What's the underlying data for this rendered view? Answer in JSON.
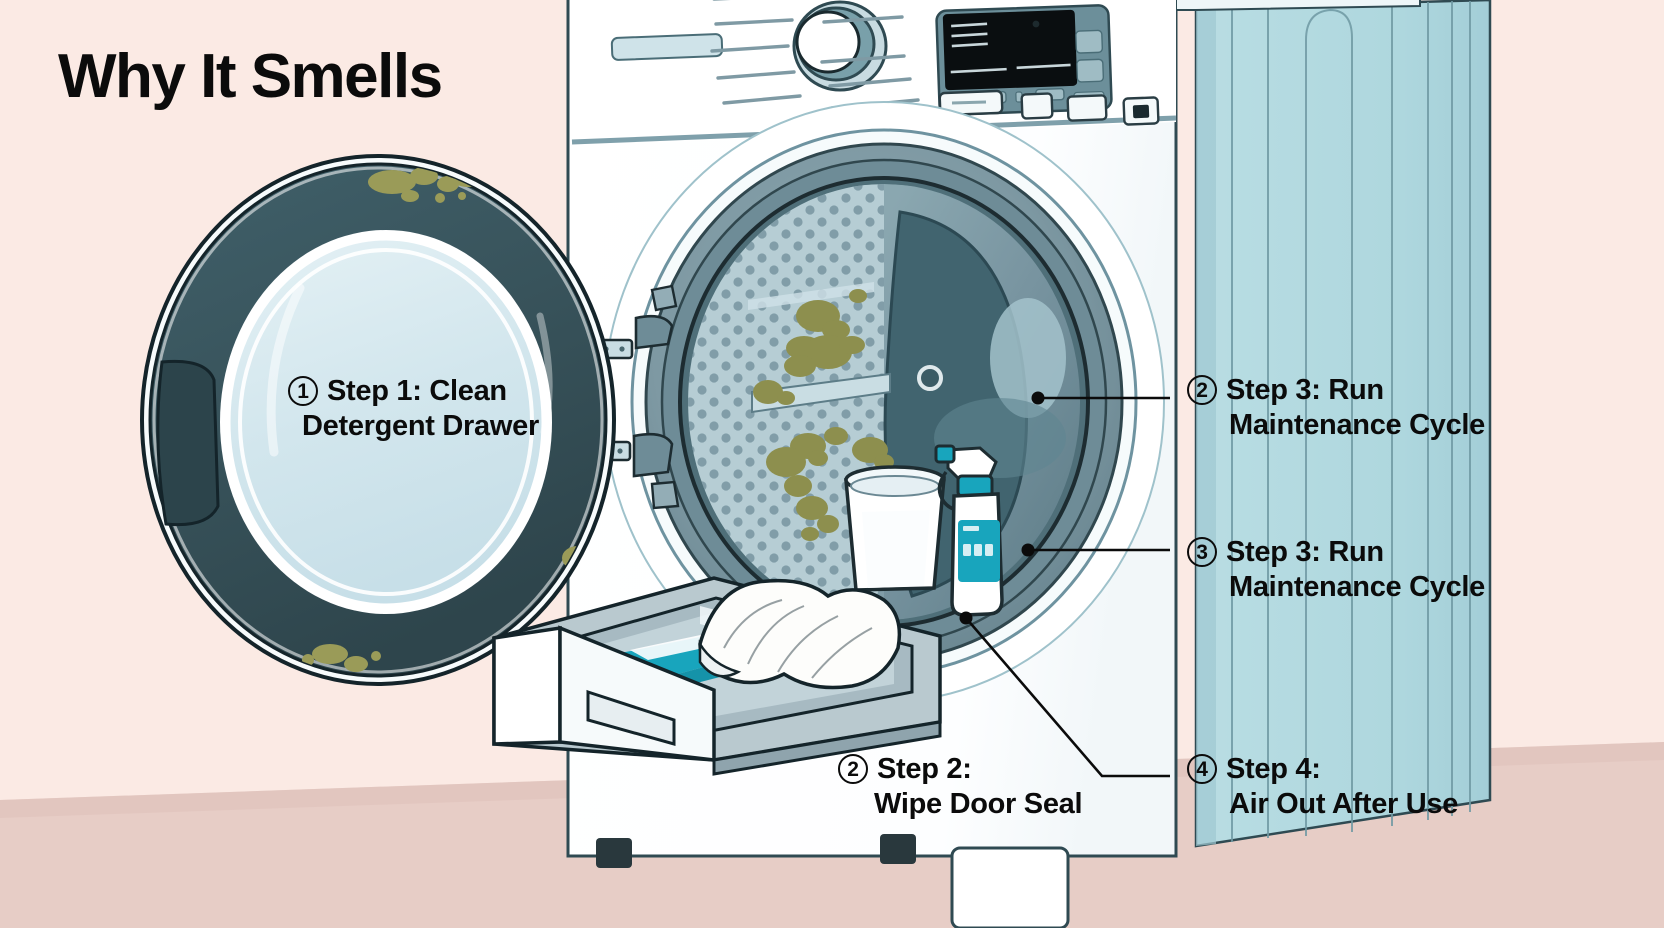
{
  "illustration": {
    "title": "Why It Smells",
    "subject": "front-load washing machine maintenance diagram",
    "palette": {
      "wall": "#fbeae4",
      "floor": "#e7cdc6",
      "machine_body": "#ffffff",
      "machine_side_panel": "#b3dae1",
      "door_ring": "#3b555c",
      "door_glass": "#d6e8ee",
      "drum_metal": "#7d9aa4",
      "drum_back": "#55757f",
      "mold": "#8d8f4e",
      "accent_teal": "#18a5bd",
      "ink": "#0b0b0b"
    }
  },
  "callouts": [
    {
      "id": "door-detergent-drawer",
      "marker": "1",
      "line1": "Step 1: Clean",
      "line2": "Detergent Drawer",
      "placement": "on-door-glass"
    },
    {
      "id": "drawer-door-seal",
      "marker": "2",
      "line1": "Step 2:",
      "line2": "Wipe Door Seal",
      "placement": "bottom-center"
    },
    {
      "id": "right-maintenance-cycle-a",
      "marker": "2",
      "line1": "Step 3: Run",
      "line2": "Maintenance Cycle",
      "placement": "right-upper",
      "leader": true
    },
    {
      "id": "right-maintenance-cycle-b",
      "marker": "3",
      "line1": "Step 3: Run",
      "line2": "Maintenance Cycle",
      "placement": "right-middle",
      "leader": true
    },
    {
      "id": "right-air-out",
      "marker": "4",
      "line1": "Step 4:",
      "line2": "Air Out After Use",
      "placement": "right-lower",
      "leader": true
    }
  ],
  "scene_objects": {
    "control_panel": "rotary dial with dark LCD display and five buttons",
    "door": "open circular door with dark teal ring and pale blue glass, mold spots on gasket",
    "drum": "perforated stainless drum with olive mold patches, white tub of cleaner and teal spray bottle inside",
    "drawer": "pulled-out detergent drawer with teal liquid compartment and white cloth draped over edge",
    "side_panel": "light blue ribbed machine side panel"
  }
}
